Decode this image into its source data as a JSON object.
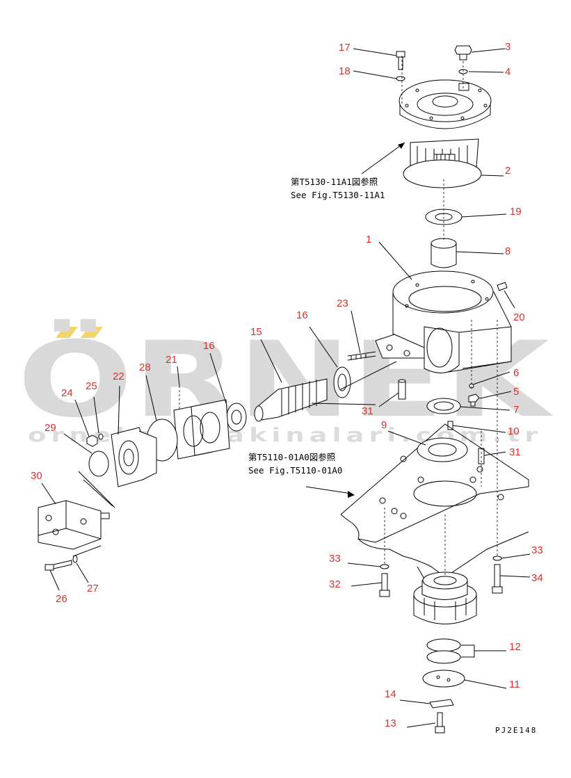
{
  "watermark": {
    "brand": "ÖRNEK",
    "site": "orneksismakinalari.com.tr",
    "accent_color": "#f2d66a"
  },
  "references": {
    "upper_jp": "第T5130-11A1図参照",
    "upper_en": "See Fig.T5130-11A1",
    "lower_jp": "第T5110-01A0図参照",
    "lower_en": "See Fig.T5110-01A0"
  },
  "drawing_code": "PJ2E148",
  "callouts": [
    {
      "id": "c17",
      "label": "17"
    },
    {
      "id": "c3",
      "label": "3"
    },
    {
      "id": "c18",
      "label": "18"
    },
    {
      "id": "c4",
      "label": "4"
    },
    {
      "id": "c2",
      "label": "2"
    },
    {
      "id": "c19",
      "label": "19"
    },
    {
      "id": "c1",
      "label": "1"
    },
    {
      "id": "c8",
      "label": "8"
    },
    {
      "id": "c20",
      "label": "20"
    },
    {
      "id": "c23",
      "label": "23"
    },
    {
      "id": "c16a",
      "label": "16"
    },
    {
      "id": "c15",
      "label": "15"
    },
    {
      "id": "c16b",
      "label": "16"
    },
    {
      "id": "c21",
      "label": "21"
    },
    {
      "id": "c28",
      "label": "28"
    },
    {
      "id": "c22",
      "label": "22"
    },
    {
      "id": "c24",
      "label": "24"
    },
    {
      "id": "c25",
      "label": "25"
    },
    {
      "id": "c6",
      "label": "6"
    },
    {
      "id": "c5",
      "label": "5"
    },
    {
      "id": "c7",
      "label": "7"
    },
    {
      "id": "c31a",
      "label": "31"
    },
    {
      "id": "c9",
      "label": "9"
    },
    {
      "id": "c10",
      "label": "10"
    },
    {
      "id": "c31b",
      "label": "31"
    },
    {
      "id": "c29",
      "label": "29"
    },
    {
      "id": "c30",
      "label": "30"
    },
    {
      "id": "c33a",
      "label": "33"
    },
    {
      "id": "c33b",
      "label": "33"
    },
    {
      "id": "c32",
      "label": "32"
    },
    {
      "id": "c34",
      "label": "34"
    },
    {
      "id": "c26",
      "label": "26"
    },
    {
      "id": "c27",
      "label": "27"
    },
    {
      "id": "c12",
      "label": "12"
    },
    {
      "id": "c11",
      "label": "11"
    },
    {
      "id": "c14",
      "label": "14"
    },
    {
      "id": "c13",
      "label": "13"
    }
  ]
}
